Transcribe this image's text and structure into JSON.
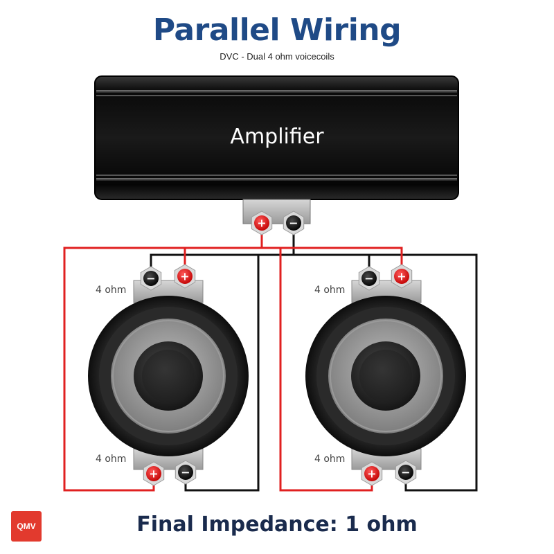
{
  "header": {
    "title": "Parallel Wiring",
    "subtitle": "DVC - Dual 4 ohm voicecoils"
  },
  "amplifier": {
    "label": "Amplifier"
  },
  "terminals": {
    "positive_symbol": "+",
    "negative_symbol": "−"
  },
  "speakers": [
    {
      "top_coil_label": "4 ohm",
      "bottom_coil_label": "4 ohm"
    },
    {
      "top_coil_label": "4 ohm",
      "bottom_coil_label": "4 ohm"
    }
  ],
  "footer": {
    "final_impedance": "Final Impedance: 1 ohm"
  },
  "logo": {
    "text": "QMV"
  },
  "colors": {
    "title": "#1f4a86",
    "positive_wire": "#e02020",
    "negative_wire": "#111111",
    "logo": "#e23a2e"
  }
}
